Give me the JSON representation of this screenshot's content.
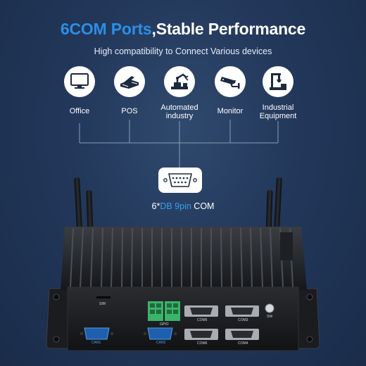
{
  "headline": {
    "accent": "6COM Ports",
    "rest": ",Stable Performance"
  },
  "subhead": "High compatibility to Connect Various devices",
  "applications": [
    {
      "label": "Office",
      "icon": "monitor-icon"
    },
    {
      "label": "POS",
      "icon": "pos-terminal-icon"
    },
    {
      "label": "Automated industry",
      "icon": "robot-arm-icon"
    },
    {
      "label": "Monitor",
      "icon": "security-camera-icon"
    },
    {
      "label": "Industrial Equipment",
      "icon": "industrial-press-icon"
    }
  ],
  "connector": {
    "icon": "db9-connector-icon",
    "prefix": "6*",
    "type": "DB 9pin",
    "suffix": " COM"
  },
  "device_ports": {
    "sim": "SIM",
    "can1": "CAN1",
    "can2": "CAN2",
    "gpio": "GPIO",
    "com3": "COM3",
    "com4": "COM4",
    "com5": "COM5",
    "com6": "COM6",
    "sw": "SW"
  },
  "colors": {
    "background": "#22375a",
    "accent": "#2b8fe6",
    "terminal_green": "#3bb36a"
  }
}
